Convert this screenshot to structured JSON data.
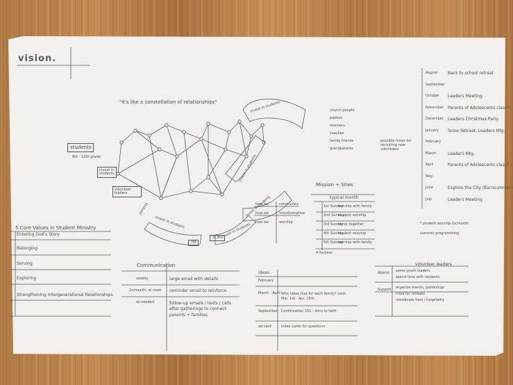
{
  "header": {
    "logo_text": "vision."
  },
  "center": {
    "quote": "\"it's like a constellation of relationships\"",
    "students_box": "students",
    "grades": "6th - 12th grade",
    "invest_top": "invest in students",
    "invest_left": "invest in students",
    "volunteer_box": "volunteer leaders",
    "invest_bottom_left": "invest in students",
    "parents_label": "parents",
    "invest_bottom_mid": "invest in students",
    "invest_bottom_right": "invest in students",
    "invest_right": "invest in students",
    "box_1": "YM",
    "box_2": "SCWL"
  },
  "relations_list": [
    "church people",
    "pastors",
    "teachers",
    "coaches",
    "family friends",
    "grandparents"
  ],
  "core_values": {
    "title": "5 Core Values in Student Ministry",
    "items": [
      "Entering God's Story",
      "Belonging",
      "Serving",
      "Exploring",
      "Strengthening Intergenerational Relationships"
    ]
  },
  "communication": {
    "title": "Communication",
    "rows": [
      {
        "when": "weekly",
        "what": "large email with details"
      },
      {
        "when": "2x/month, at most",
        "what": "reminder email to reinforce"
      },
      {
        "when": "as needed",
        "what": "follow-up emails / texts / calls after gatherings to connect parents + families"
      }
    ]
  },
  "involve": {
    "rows": [
      {
        "who": "how we",
        "what": "community"
      },
      {
        "who": "how we",
        "what": "transformative"
      },
      {
        "who": "how we",
        "what": "worship"
      }
    ]
  },
  "mission": {
    "title": "Mission + Sites",
    "subtitle": "typical month",
    "rows": [
      {
        "week": "1st Sunday",
        "activity": "worship with family"
      },
      {
        "week": "2nd Sunday",
        "activity": "student worship"
      },
      {
        "week": "3rd Sunday",
        "activity": "serve together"
      },
      {
        "week": "4th Sunday",
        "activity": "student worship"
      },
      {
        "week": "5th Sunday",
        "activity": "worship with family"
      }
    ],
    "footnote": "4-5x/year"
  },
  "ideas": {
    "title": "ideas",
    "rows": [
      {
        "when": "February",
        "what": ""
      },
      {
        "when": "March - April",
        "what": "Who takes that for each family? Lent: Mar. 1st - Apr. 15th"
      },
      {
        "when": "September",
        "what": "Confirmation 101 - intro to faith"
      },
      {
        "when": "ad card",
        "what": "index cards for questions"
      }
    ]
  },
  "volunteer": {
    "title": "volunteer leaders",
    "rows": [
      {
        "label": "Attend",
        "notes": [
          "some youth leaders",
          "spend time with students"
        ]
      },
      {
        "label": "Support",
        "notes": [
          "organize events, gatherings",
          "rides for retreats",
          "coordinate food / hospitality"
        ]
      }
    ]
  },
  "calendar": {
    "months": [
      {
        "month": "August",
        "event": "Back to school retreat"
      },
      {
        "month": "September",
        "event": ""
      },
      {
        "month": "October",
        "event": "Leaders Meeting"
      },
      {
        "month": "November",
        "event": "Parents of Adolescents class?"
      },
      {
        "month": "December",
        "event": "Leaders Christmas Party"
      },
      {
        "month": "January",
        "event": "Snow Retreat, Leaders Mtg."
      },
      {
        "month": "February",
        "event": ""
      },
      {
        "month": "March",
        "event": "Leaders Mtg."
      },
      {
        "month": "April",
        "event": "Parents of Adolescents class?"
      },
      {
        "month": "May",
        "event": ""
      },
      {
        "month": "June",
        "event": "Explore the City (Barnsummer)"
      },
      {
        "month": "July",
        "event": "Leaders Meeting"
      }
    ],
    "side_note": "possible times for recruiting new volunteers",
    "note_1": "* student worship 2x/month",
    "note_2": "summer programming"
  }
}
